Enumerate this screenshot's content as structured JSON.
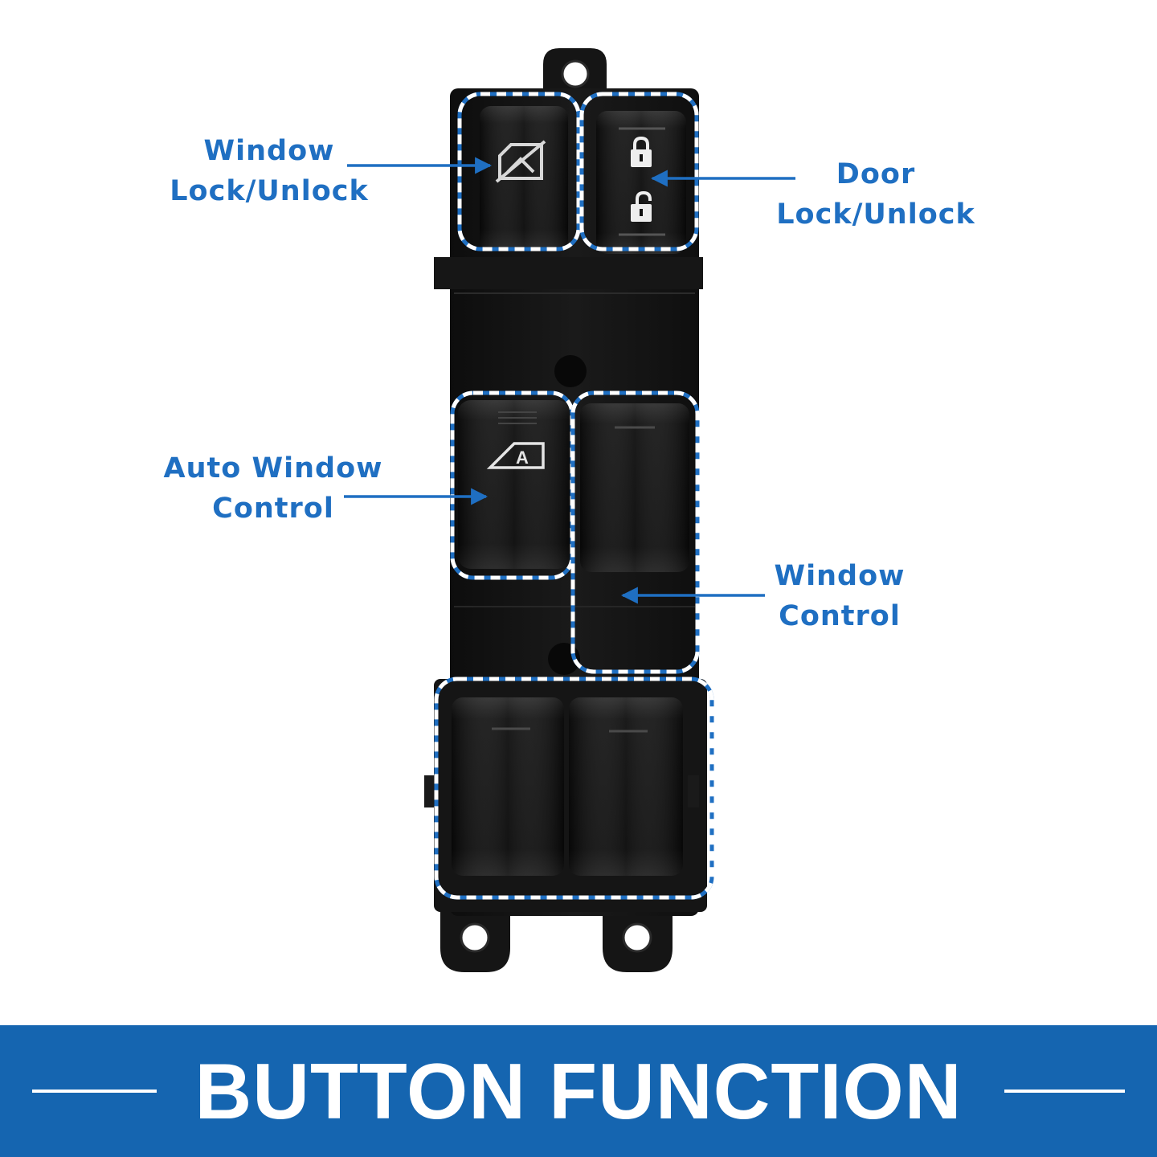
{
  "labels": {
    "window_lock": {
      "line1": "Window",
      "line2": "Lock/Unlock"
    },
    "door_lock": {
      "line1": "Door",
      "line2": "Lock/Unlock"
    },
    "auto_window": {
      "line1": "Auto Window",
      "line2": "Control"
    },
    "window_control": {
      "line1": "Window",
      "line2": "Control"
    }
  },
  "icons": {
    "window_lock_button": "window-lock-icon",
    "door_lock_top": "padlock-closed-icon",
    "door_lock_bottom": "padlock-open-icon",
    "auto_window_button": "auto-window-icon",
    "auto_window_letter": "A"
  },
  "banner": {
    "title": "BUTTON FUNCTION"
  },
  "colors": {
    "accent": "#1f6fc2",
    "banner": "#1565b0",
    "switch_body": "#141414",
    "button": "#0c0c0c"
  }
}
